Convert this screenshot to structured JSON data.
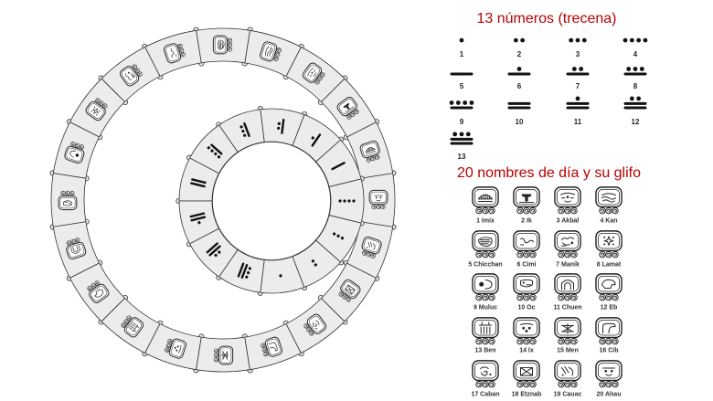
{
  "colors": {
    "title_red": "#b80000",
    "ring_fill": "#ececec",
    "ring_stroke": "#333333",
    "ink": "#111111",
    "label_text": "#222222"
  },
  "wheel": {
    "outer_ring": {
      "segment_count": 20,
      "content": "day glyphs",
      "days_counterclockwise_from_right": [
        20,
        1,
        2,
        3,
        4,
        5,
        6,
        7,
        8,
        9,
        10,
        11,
        12,
        13,
        14,
        15,
        16,
        17,
        18,
        19
      ]
    },
    "inner_ring": {
      "segment_count": 13,
      "content": "Maya numerals",
      "numbers_counterclockwise_from_bottom": [
        1,
        2,
        3,
        4,
        5,
        6,
        7,
        8,
        9,
        10,
        11,
        12,
        13
      ]
    }
  },
  "numbers_panel": {
    "title": "13 números (trecena)",
    "items": [
      {
        "value": 1,
        "label": "1",
        "bars": 0,
        "dots": 1
      },
      {
        "value": 2,
        "label": "2",
        "bars": 0,
        "dots": 2
      },
      {
        "value": 3,
        "label": "3",
        "bars": 0,
        "dots": 3
      },
      {
        "value": 4,
        "label": "4",
        "bars": 0,
        "dots": 4
      },
      {
        "value": 5,
        "label": "5",
        "bars": 1,
        "dots": 0
      },
      {
        "value": 6,
        "label": "6",
        "bars": 1,
        "dots": 1
      },
      {
        "value": 7,
        "label": "7",
        "bars": 1,
        "dots": 2
      },
      {
        "value": 8,
        "label": "8",
        "bars": 1,
        "dots": 3
      },
      {
        "value": 9,
        "label": "9",
        "bars": 1,
        "dots": 4
      },
      {
        "value": 10,
        "label": "10",
        "bars": 2,
        "dots": 0
      },
      {
        "value": 11,
        "label": "11",
        "bars": 2,
        "dots": 1
      },
      {
        "value": 12,
        "label": "12",
        "bars": 2,
        "dots": 2
      },
      {
        "value": 13,
        "label": "13",
        "bars": 2,
        "dots": 3
      }
    ]
  },
  "days_panel": {
    "title": "20 nombres de día y su glifo",
    "items": [
      {
        "number": 1,
        "name": "Imix",
        "label": "1 Imix",
        "glyph": "imix"
      },
      {
        "number": 2,
        "name": "Ik",
        "label": "2 Ik",
        "glyph": "ik"
      },
      {
        "number": 3,
        "name": "Akbal",
        "label": "3 Akbal",
        "glyph": "akbal"
      },
      {
        "number": 4,
        "name": "Kan",
        "label": "4 Kan",
        "glyph": "kan"
      },
      {
        "number": 5,
        "name": "Chicchan",
        "label": "5 Chicchan",
        "glyph": "chicchan"
      },
      {
        "number": 6,
        "name": "Cimi",
        "label": "6 Cimi",
        "glyph": "cimi"
      },
      {
        "number": 7,
        "name": "Manik",
        "label": "7 Manik",
        "glyph": "manik"
      },
      {
        "number": 8,
        "name": "Lamat",
        "label": "8 Lamat",
        "glyph": "lamat"
      },
      {
        "number": 9,
        "name": "Muluc",
        "label": "9 Muluc",
        "glyph": "muluc"
      },
      {
        "number": 10,
        "name": "Oc",
        "label": "10 Oc",
        "glyph": "oc"
      },
      {
        "number": 11,
        "name": "Chuen",
        "label": "11 Chuen",
        "glyph": "chuen"
      },
      {
        "number": 12,
        "name": "Eb",
        "label": "12 Eb",
        "glyph": "eb"
      },
      {
        "number": 13,
        "name": "Ben",
        "label": "13 Ben",
        "glyph": "ben"
      },
      {
        "number": 14,
        "name": "Ix",
        "label": "14 Ix",
        "glyph": "ix"
      },
      {
        "number": 15,
        "name": "Men",
        "label": "15 Men",
        "glyph": "men"
      },
      {
        "number": 16,
        "name": "Cib",
        "label": "16 Cib",
        "glyph": "cib"
      },
      {
        "number": 17,
        "name": "Caban",
        "label": "17 Caban",
        "glyph": "caban"
      },
      {
        "number": 18,
        "name": "Etznab",
        "label": "18 Etznab",
        "glyph": "etznab"
      },
      {
        "number": 19,
        "name": "Cauac",
        "label": "19 Cauac",
        "glyph": "cauac"
      },
      {
        "number": 20,
        "name": "Ahau",
        "label": "20 Ahau",
        "glyph": "ahau"
      }
    ]
  }
}
